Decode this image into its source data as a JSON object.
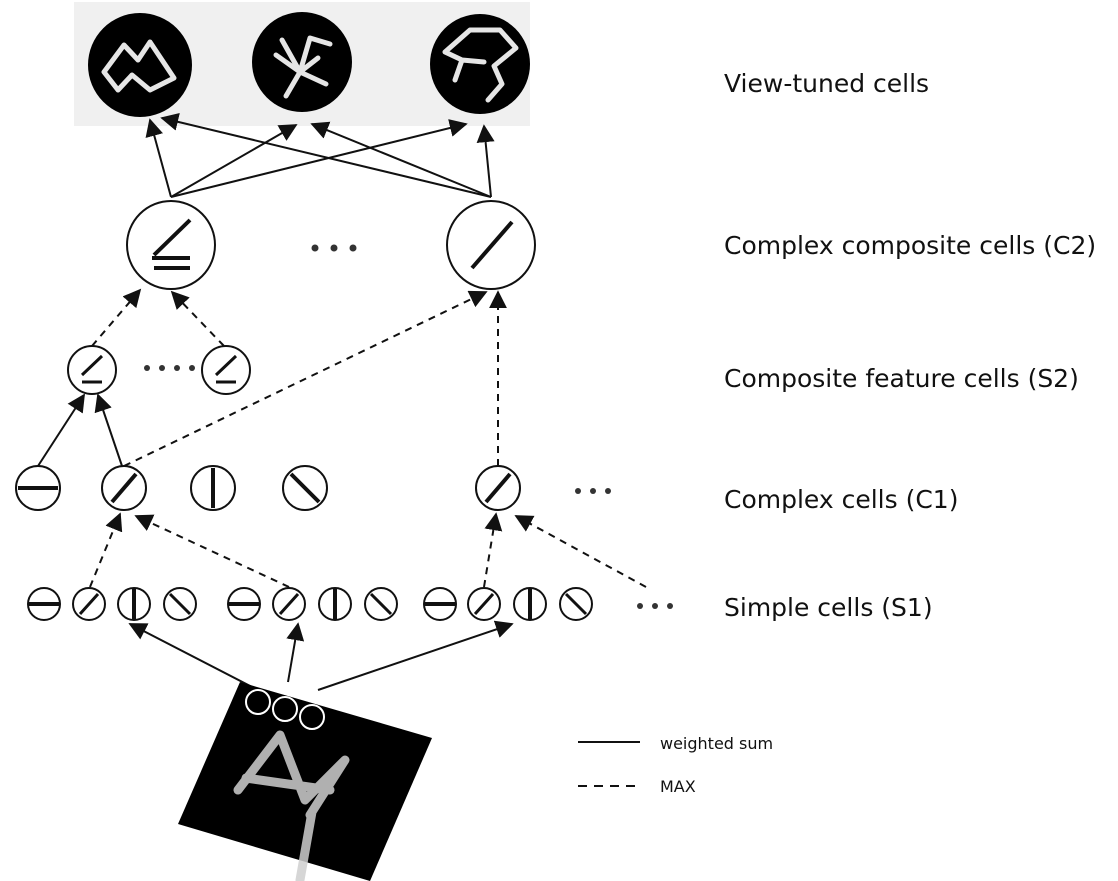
{
  "layer_labels": {
    "view_tuned": "View-tuned cells",
    "c2": "Complex composite cells (C2)",
    "s2": "Composite feature cells (S2)",
    "c1": "Complex cells (C1)",
    "s1": "Simple cells (S1)"
  },
  "legend": {
    "solid": "weighted sum",
    "dashed": "MAX"
  },
  "colors": {
    "ink": "#111111",
    "view_cell_fill": "#000000",
    "view_cell_stroke": "#e6e6e6",
    "view_backdrop": "#f0f0f0",
    "input_fill": "#000000",
    "input_stroke": "#cfcfcf"
  },
  "icons": {
    "simple_cell_orientations": [
      "horizontal",
      "diagonal",
      "vertical",
      "anti-diagonal"
    ],
    "complex_cell_orientations": [
      "horizontal",
      "diagonal",
      "vertical",
      "anti-diagonal",
      "diagonal"
    ],
    "view_cell_shapes": [
      "zigzag-contour",
      "star-branch",
      "hook-contour"
    ]
  }
}
